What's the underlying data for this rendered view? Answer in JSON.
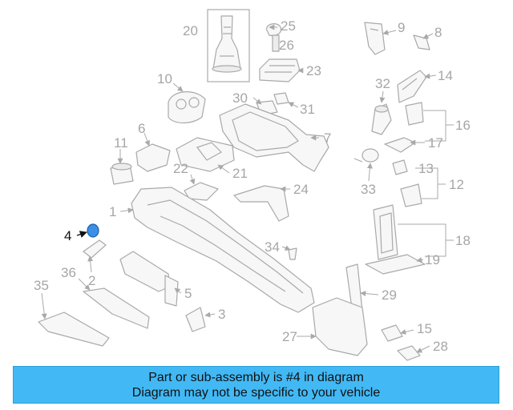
{
  "diagram": {
    "callouts": [
      "20",
      "25",
      "26",
      "23",
      "9",
      "8",
      "10",
      "30",
      "31",
      "14",
      "32",
      "16",
      "6",
      "7",
      "11",
      "17",
      "22",
      "21",
      "13",
      "24",
      "12",
      "33",
      "1",
      "4",
      "18",
      "34",
      "19",
      "36",
      "35",
      "2",
      "5",
      "29",
      "3",
      "15",
      "27",
      "28"
    ],
    "highlight_label": "4",
    "highlight_color": "#3b8fe6"
  },
  "banner": {
    "line1": "Part or sub-assembly is #4 in diagram",
    "line2": "Diagram may not be specific to your vehicle",
    "background": "#42b9f5"
  }
}
